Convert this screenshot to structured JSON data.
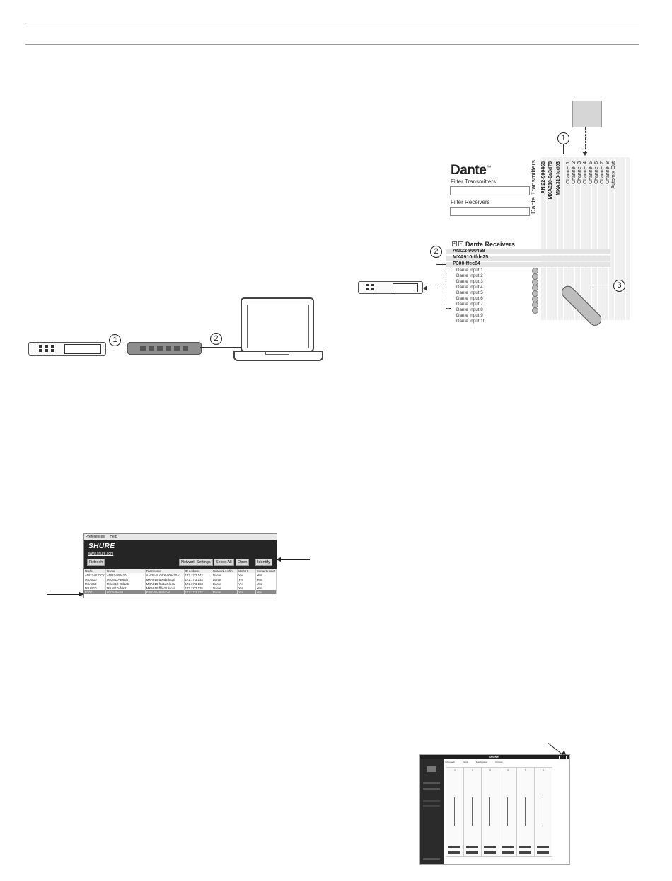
{
  "callouts": {
    "network_1": "1",
    "network_2": "2",
    "dante_1": "1",
    "dante_2": "2",
    "dante_3": "3"
  },
  "dante": {
    "logo": "Dante",
    "logo_tm": "™",
    "filter_transmitters": "Filter Transmitters",
    "filter_receivers": "Filter Receivers",
    "transmitters_header": "Dante Transmitters",
    "receivers_header": "Dante Receivers",
    "transmitters": [
      "ANI22-900468",
      "MXA310-0a3d78",
      "MXA310-fcd03"
    ],
    "channels": [
      "Channel 1",
      "Channel 2",
      "Channel 3",
      "Channel 4",
      "Channel 5",
      "Channel 6",
      "Channel 7",
      "Channel 8",
      "Automix Out"
    ],
    "receivers": [
      "ANI22-900468",
      "MXA910-ffde25",
      "P300-ffec84"
    ],
    "inputs": [
      "Dante Input 1",
      "Dante Input 2",
      "Dante Input 3",
      "Dante Input 4",
      "Dante Input 5",
      "Dante Input 6",
      "Dante Input 7",
      "Dante Input 8",
      "Dante Input 9",
      "Dante Input 10"
    ]
  },
  "discovery": {
    "menu": [
      "Preferences",
      "Help"
    ],
    "logo": "SHURE",
    "url": "www.shure.com",
    "buttons": {
      "refresh": "Refresh",
      "network": "Network Settings",
      "select_all": "Select All",
      "open": "Open",
      "identify": "Identify"
    },
    "columns": [
      "Model",
      "Name",
      "DNS name",
      "IP Address",
      "Network Audio",
      "Web UI",
      "Same Subnet"
    ],
    "rows": [
      [
        "ANI22-BLOCK",
        "ANI22-906c20",
        "ANI22-BLOCK-906c20.lo...",
        "172.17.3.142",
        "Dante",
        "Yes",
        "Yes"
      ],
      [
        "MXA910",
        "MXA910-a06d4",
        "MXA910-a06d4.local",
        "172.17.3.133",
        "Dante",
        "Yes",
        "Yes"
      ],
      [
        "MXA310",
        "MXA310-f9d1a6",
        "MXA310-f9d1a6.local",
        "172.17.3.163",
        "Dante",
        "Yes",
        "Yes"
      ],
      [
        "MXA910",
        "MXA910-ffde21",
        "MXA910-ffde21.local",
        "172.17.3.176",
        "Dante",
        "Yes",
        "Yes"
      ],
      [
        "P300",
        "P300-ffec84",
        "P300-ffec84.local",
        "172.17.3.172",
        "Dante",
        "Yes",
        "Yes"
      ]
    ]
  },
  "webapp": {
    "brand": "SHURE",
    "tabs": [
      "Schematic",
      "Inputs",
      "Matrix mixer",
      "Outputs"
    ],
    "strips": [
      "1",
      "2",
      "3",
      "4",
      "5",
      "6"
    ]
  }
}
